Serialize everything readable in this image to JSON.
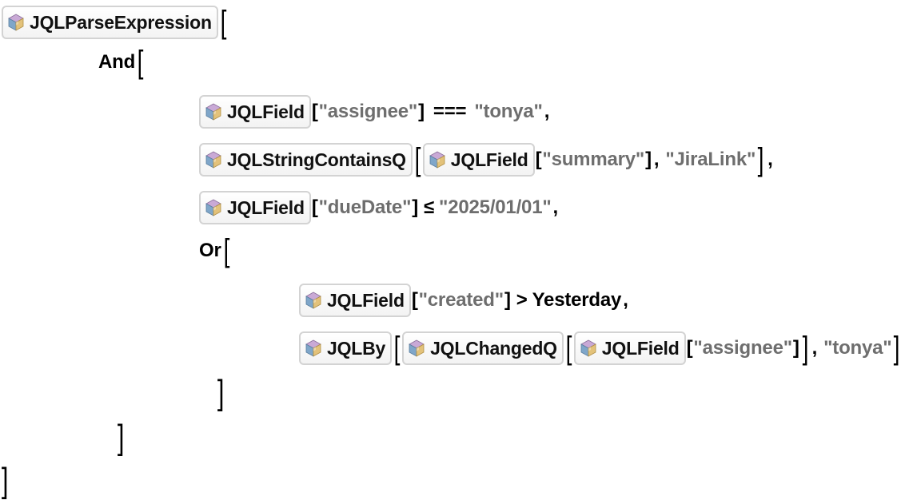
{
  "expression": {
    "root_fn": "JQLParseExpression",
    "and_fn": "And",
    "or_fn": "Or",
    "field_fn": "JQLField",
    "contains_fn": "JQLStringContainsQ",
    "by_fn": "JQLBy",
    "changed_fn": "JQLChangedQ",
    "str_assignee": "\"assignee\"",
    "str_tonya": "\"tonya\"",
    "str_summary": "\"summary\"",
    "str_jiralink": "\"JiraLink\"",
    "str_duedate": "\"dueDate\"",
    "str_date": "\"2025/01/01\"",
    "str_created": "\"created\"",
    "op_sameq": "===",
    "op_leq": "≤",
    "op_gt": ">",
    "sym_yesterday": "Yesterday"
  }
}
